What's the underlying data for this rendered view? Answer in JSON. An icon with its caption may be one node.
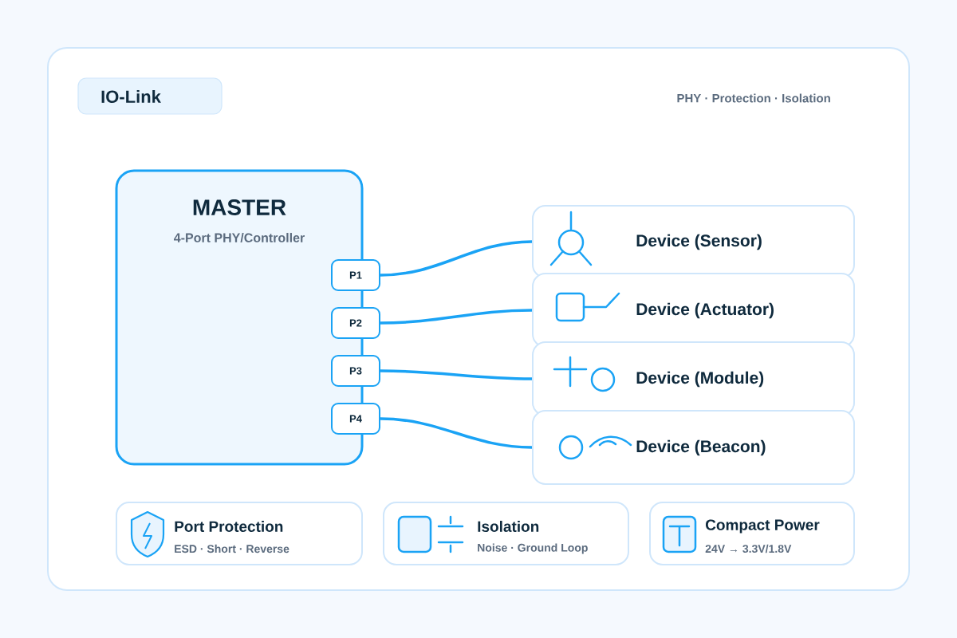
{
  "diagram": {
    "title": "IO-Link",
    "nodes": [
      {
        "text": [
          "MASTER",
          "4-Port PHY/Controller"
        ]
      },
      {
        "text": [
          "P1"
        ]
      },
      {
        "text": [
          "P2"
        ]
      },
      {
        "text": [
          "P3"
        ]
      },
      {
        "text": [
          "P4"
        ]
      },
      {
        "text": [
          "Device (Sensor)"
        ]
      },
      {
        "text": [
          "Device (Actuator)"
        ]
      },
      {
        "text": [
          "Device (Module)"
        ]
      },
      {
        "text": [
          "Device (Beacon)"
        ]
      },
      {
        "text": [
          "Port Protection",
          "ESD · Short · Reverse"
        ]
      },
      {
        "text": [
          "Isolation",
          "Noise · Ground Loop"
        ]
      },
      {
        "text": [
          "Compact Power",
          "24V → 3.3V/1.8V"
        ]
      }
    ],
    "edges": [
      {
        "from": 1,
        "to": 5,
        "arrow": "none"
      },
      {
        "from": 2,
        "to": 6,
        "arrow": "none"
      },
      {
        "from": 3,
        "to": 7,
        "arrow": "none"
      },
      {
        "from": 4,
        "to": 8,
        "arrow": "none"
      }
    ],
    "labels": [
      "PHY · Protection · Isolation"
    ]
  }
}
